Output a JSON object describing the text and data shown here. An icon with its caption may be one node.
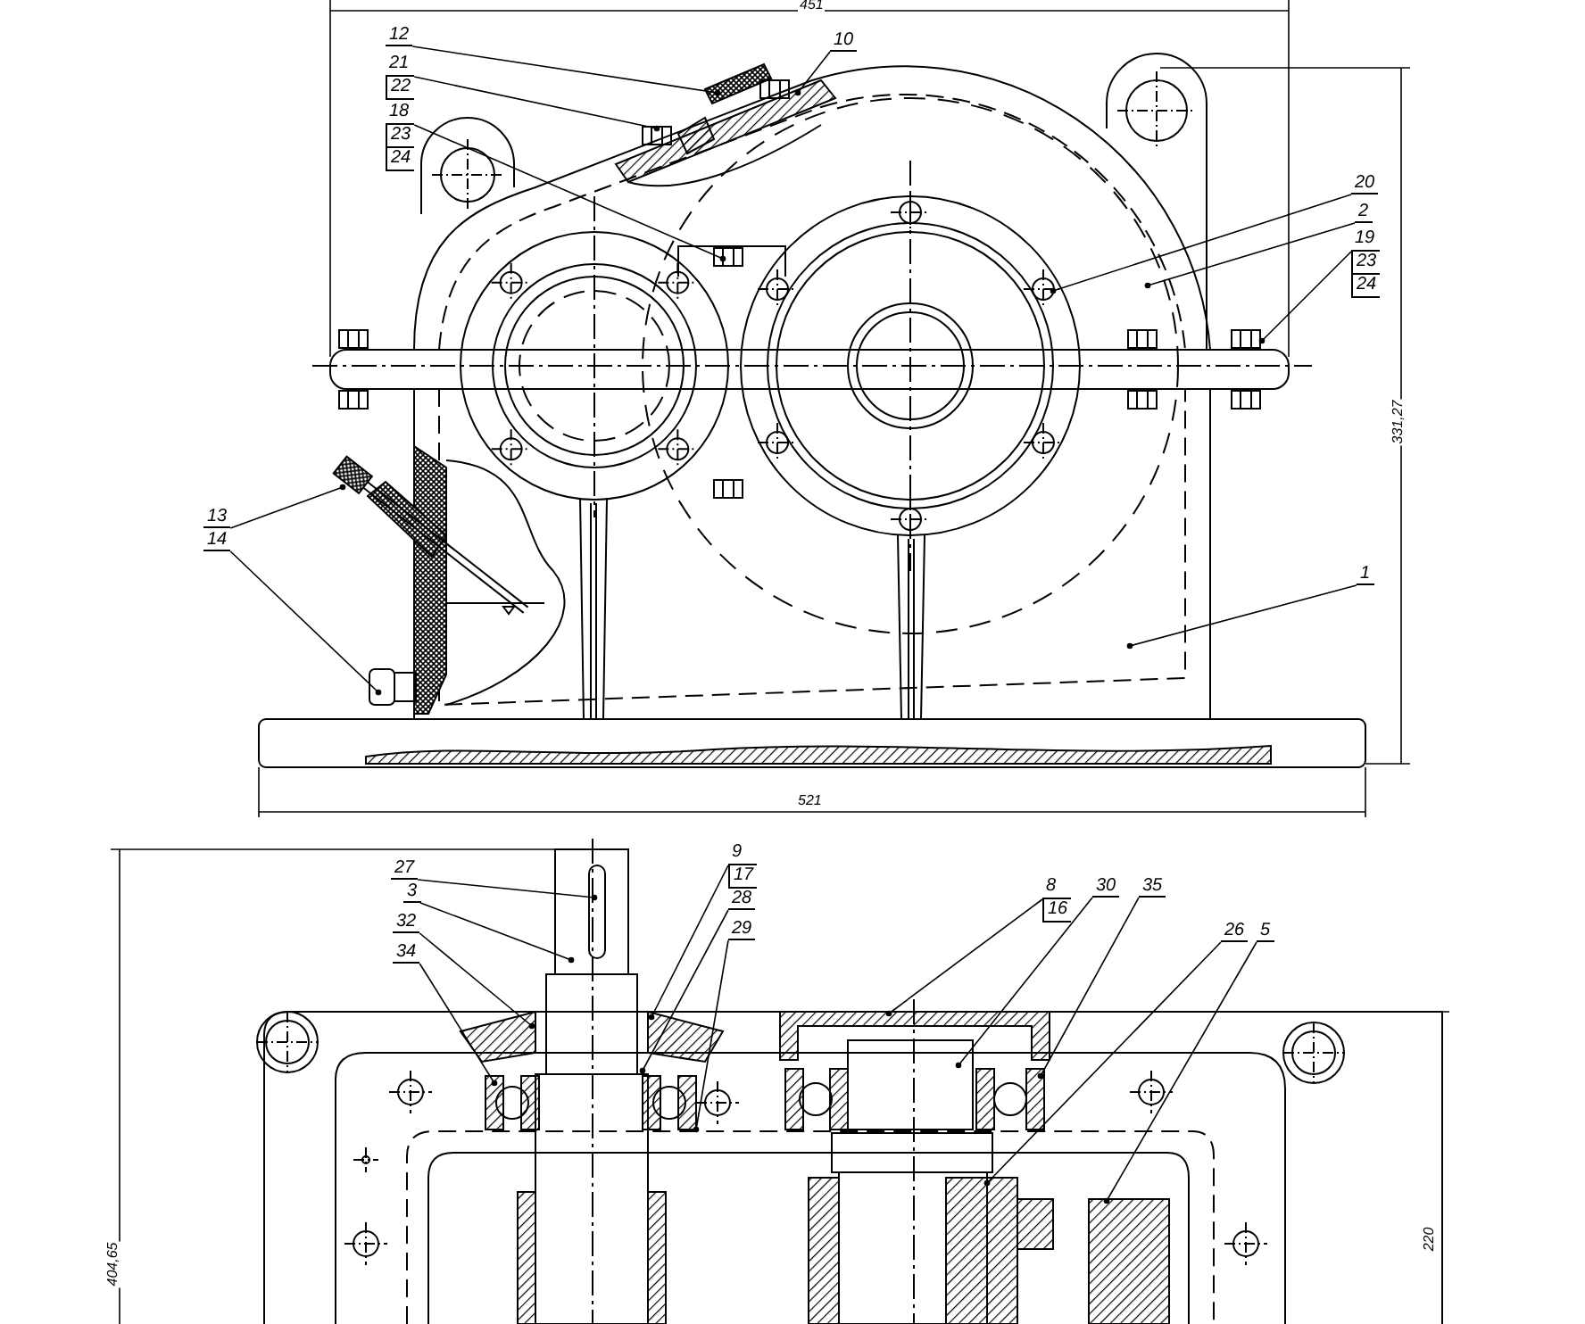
{
  "diagram": {
    "nodes": [
      {
        "text": [
          "12"
        ]
      },
      {
        "text": [
          "10"
        ]
      },
      {
        "text": [
          "21",
          "22"
        ]
      },
      {
        "text": [
          "18",
          "23",
          "24"
        ]
      },
      {
        "text": [
          "20"
        ]
      },
      {
        "text": [
          "2"
        ]
      },
      {
        "text": [
          "19",
          "23",
          "24"
        ]
      },
      {
        "text": [
          "1"
        ]
      },
      {
        "text": [
          "13"
        ]
      },
      {
        "text": [
          "14"
        ]
      },
      {
        "text": [
          "27"
        ]
      },
      {
        "text": [
          "3"
        ]
      },
      {
        "text": [
          "32"
        ]
      },
      {
        "text": [
          "34"
        ]
      },
      {
        "text": [
          "9",
          "17"
        ]
      },
      {
        "text": [
          "28"
        ]
      },
      {
        "text": [
          "29"
        ]
      },
      {
        "text": [
          "8",
          "16"
        ]
      },
      {
        "text": [
          "30"
        ]
      },
      {
        "text": [
          "35"
        ]
      },
      {
        "text": [
          "26"
        ]
      },
      {
        "text": [
          "5"
        ]
      }
    ],
    "edges": [
      {
        "from": 0,
        "to": null,
        "arrow": "other"
      },
      {
        "from": 1,
        "to": null,
        "arrow": "other"
      },
      {
        "from": 2,
        "to": null,
        "arrow": "other"
      },
      {
        "from": 3,
        "to": null,
        "arrow": "other"
      },
      {
        "from": 4,
        "to": null,
        "arrow": "other"
      },
      {
        "from": 5,
        "to": null,
        "arrow": "other"
      },
      {
        "from": 6,
        "to": null,
        "arrow": "other"
      },
      {
        "from": 7,
        "to": null,
        "arrow": "other"
      },
      {
        "from": 8,
        "to": null,
        "arrow": "other"
      },
      {
        "from": 9,
        "to": null,
        "arrow": "other"
      },
      {
        "from": 10,
        "to": null,
        "arrow": "other"
      },
      {
        "from": 11,
        "to": null,
        "arrow": "other"
      },
      {
        "from": 12,
        "to": null,
        "arrow": "other"
      },
      {
        "from": 13,
        "to": null,
        "arrow": "other"
      },
      {
        "from": 14,
        "to": null,
        "arrow": "other"
      },
      {
        "from": 15,
        "to": null,
        "arrow": "other"
      },
      {
        "from": 16,
        "to": null,
        "arrow": "other"
      },
      {
        "from": 17,
        "to": null,
        "arrow": "other"
      },
      {
        "from": 18,
        "to": null,
        "arrow": "other"
      },
      {
        "from": 19,
        "to": null,
        "arrow": "other"
      },
      {
        "from": 20,
        "to": null,
        "arrow": "other"
      },
      {
        "from": 21,
        "to": null,
        "arrow": "other"
      }
    ],
    "labels": [
      "451",
      "331,27",
      "521",
      "220",
      "404,65"
    ]
  }
}
